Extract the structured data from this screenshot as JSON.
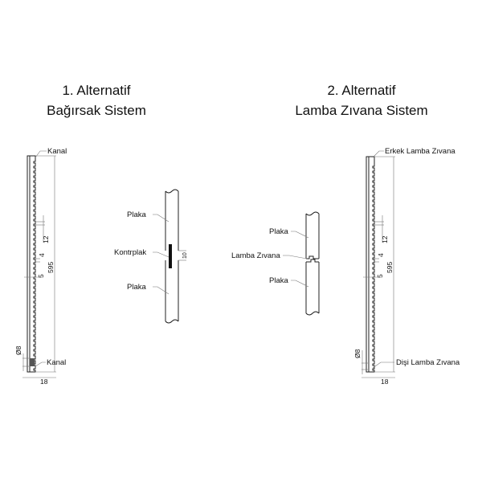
{
  "left": {
    "title_line1": "1. Alternatif",
    "title_line2": "Bağırsak Sistem",
    "label_top": "Kanal",
    "label_bottom": "Kanal",
    "dim_height": "595",
    "dim_pitch": "12",
    "dim_tooth": "4",
    "dim_depth": "5",
    "dim_diameter": "Ø8",
    "dim_thickness": "18",
    "joint": {
      "label_plate_top": "Plaka",
      "label_joint": "Kontrplak",
      "label_plate_bottom": "Plaka",
      "dim_joint": "10"
    }
  },
  "right": {
    "title_line1": "2. Alternatif",
    "title_line2": "Lamba Zıvana Sistem",
    "label_top": "Erkek Lamba Zıvana",
    "label_bottom": "Dişi Lamba Zıvana",
    "dim_height": "595",
    "dim_pitch": "12",
    "dim_tooth": "4",
    "dim_depth": "5",
    "dim_diameter": "Ø8",
    "dim_thickness": "18",
    "joint": {
      "label_plate_top": "Plaka",
      "label_joint": "Lamba Zıvana",
      "label_plate_bottom": "Plaka"
    }
  }
}
